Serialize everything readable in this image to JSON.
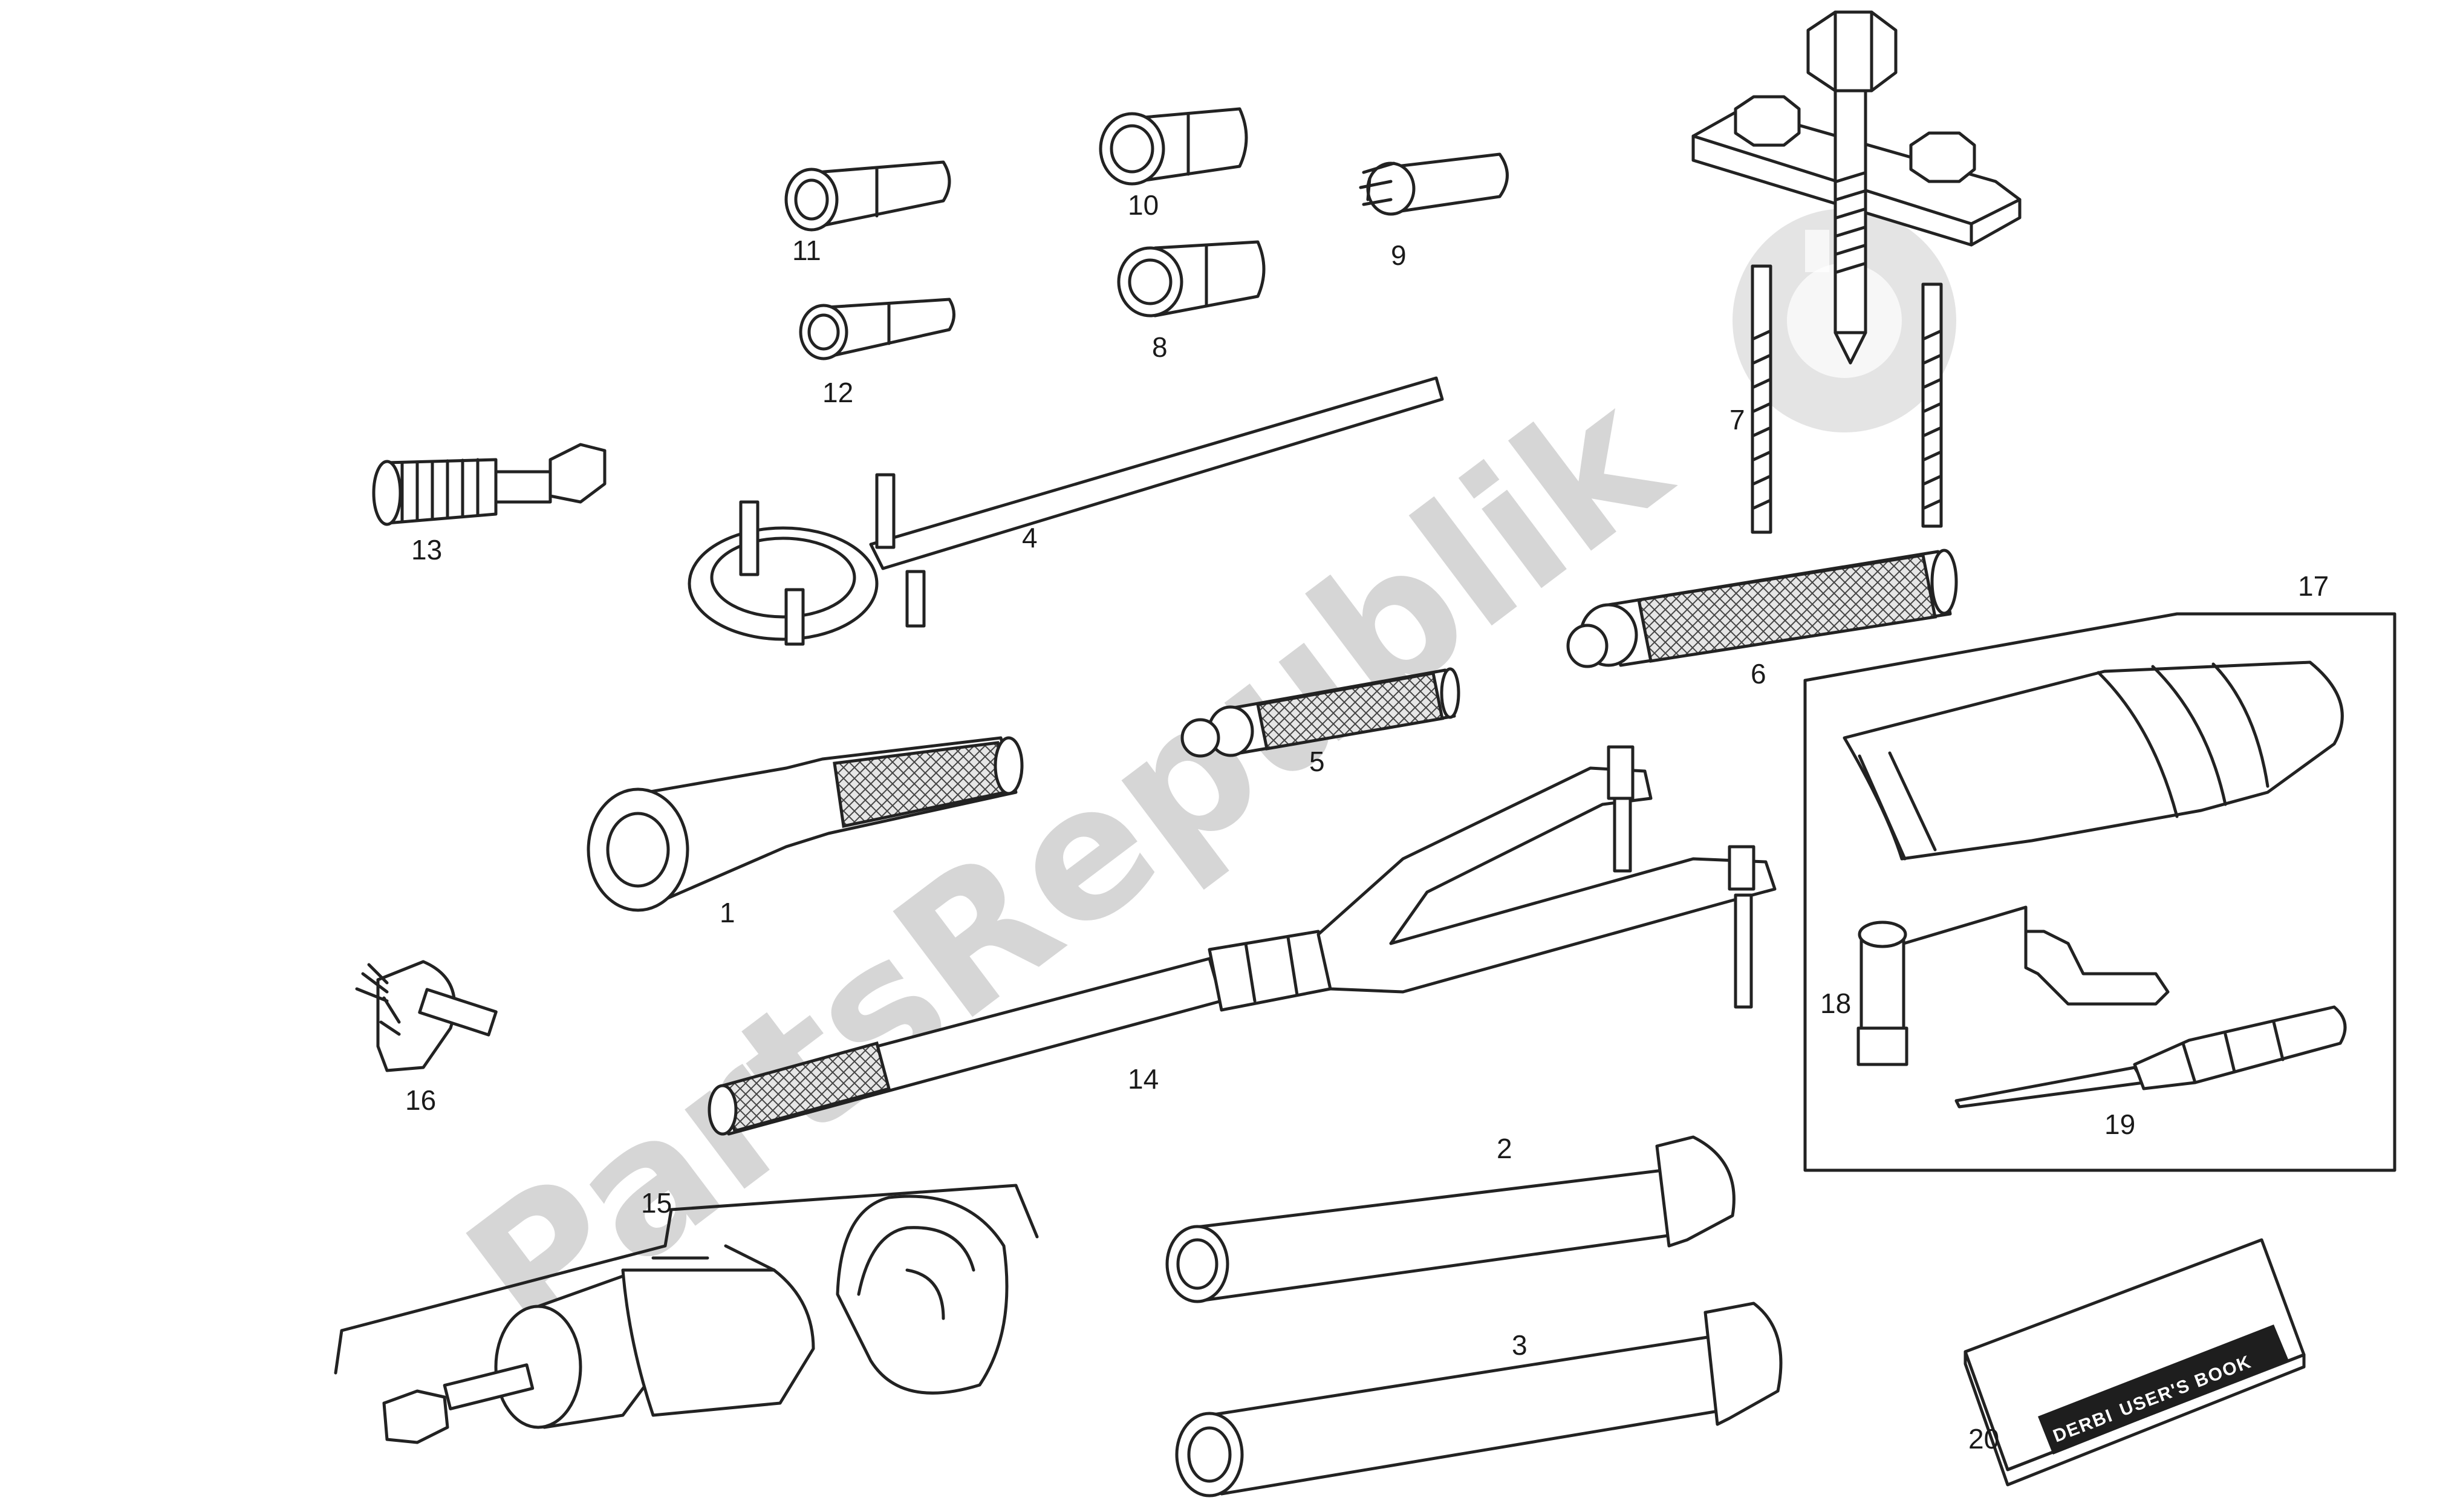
{
  "watermark": "PartsRepublik",
  "book": {
    "brand": "DERBI",
    "title": "USER'S BOOK"
  },
  "callouts": {
    "c1": "1",
    "c2": "2",
    "c3": "3",
    "c4": "4",
    "c5": "5",
    "c6": "6",
    "c7": "7",
    "c8": "8",
    "c9": "9",
    "c10": "10",
    "c11": "11",
    "c12": "12",
    "c13": "13",
    "c14": "14",
    "c15": "15",
    "c16": "16",
    "c17": "17",
    "c18": "18",
    "c19": "19",
    "c20": "20"
  }
}
